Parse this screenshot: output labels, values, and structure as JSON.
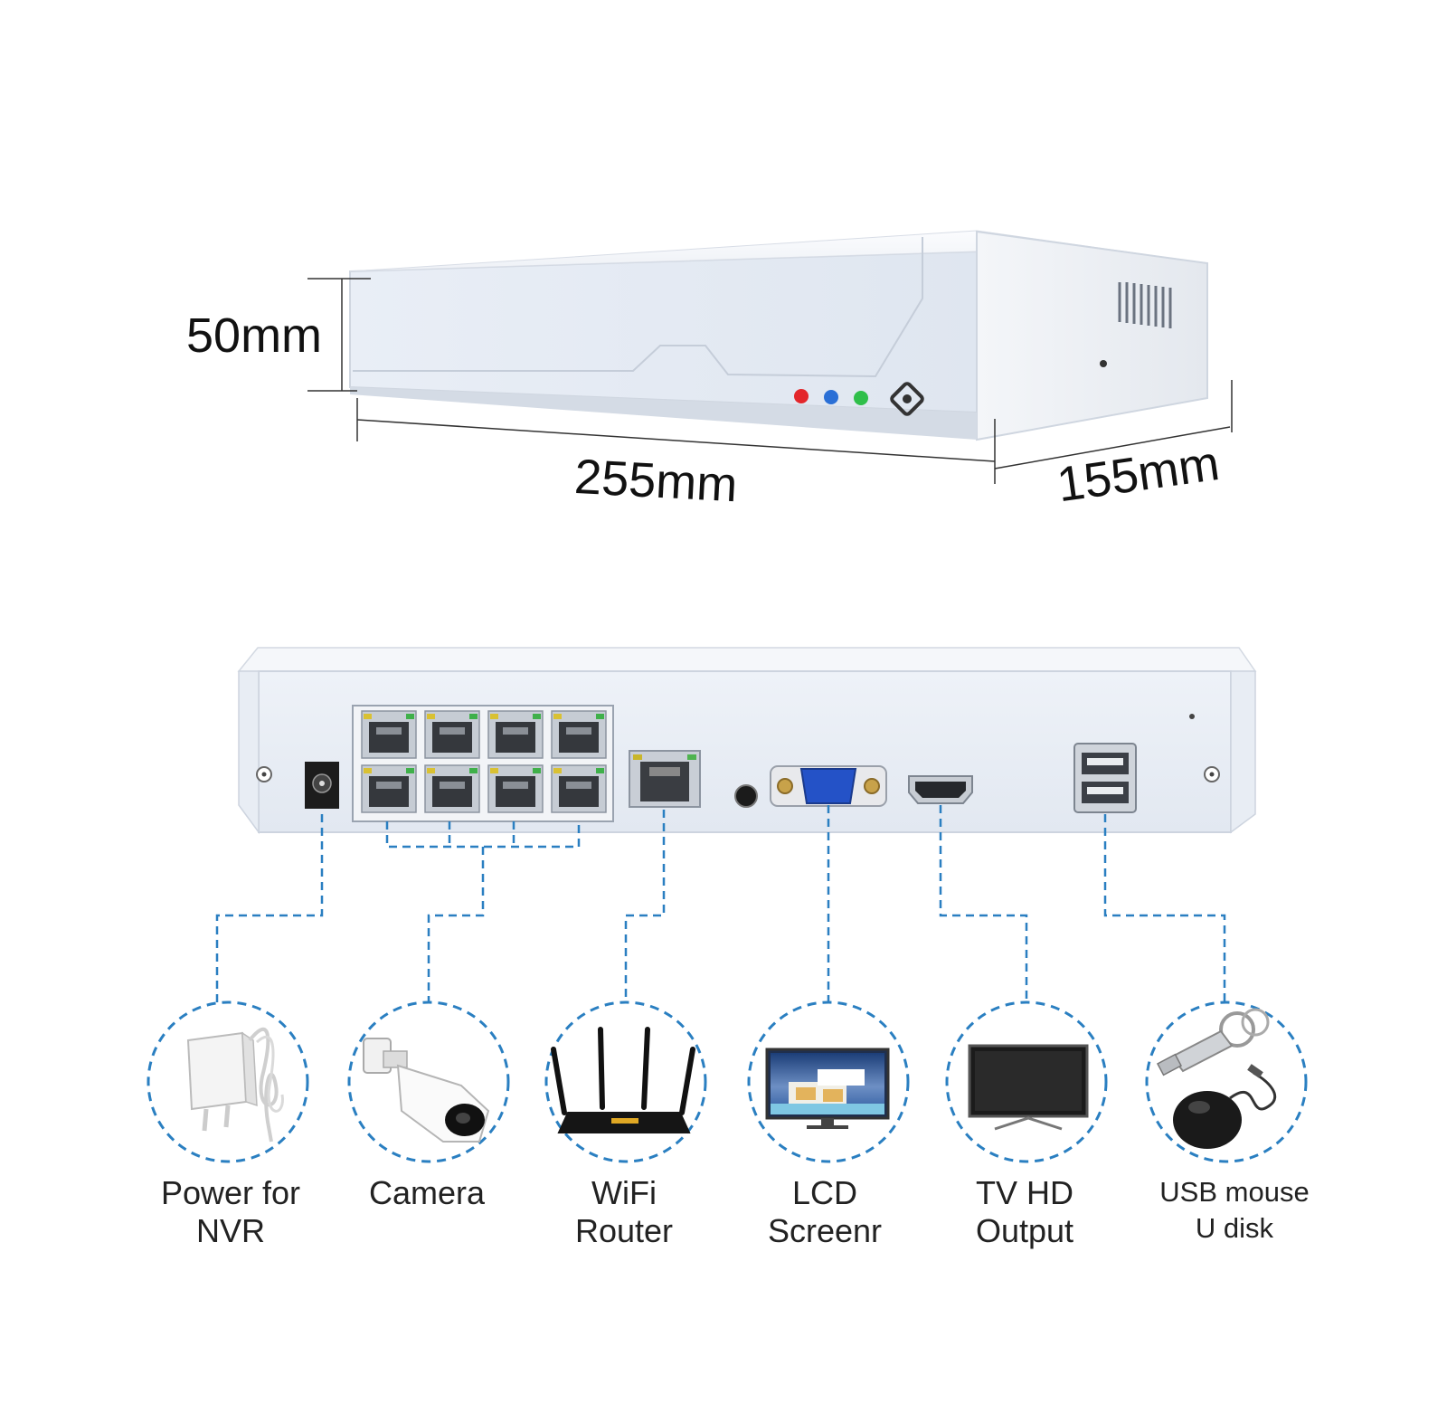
{
  "dimensions": {
    "height": "50mm",
    "width": "255mm",
    "depth": "155mm"
  },
  "front_leds": [
    "#e3262b",
    "#2a6fd6",
    "#2fbf4a"
  ],
  "accent_color": "#2a7fc1",
  "ports": [
    "dc-power-jack",
    "poe-ports-8",
    "lan-port",
    "audio-jack",
    "vga-port",
    "hdmi-port",
    "usb-ports"
  ],
  "devices": [
    {
      "id": "power",
      "icon": "power-adapter-icon",
      "label_lines": [
        "Power for",
        "NVR"
      ]
    },
    {
      "id": "camera",
      "icon": "bullet-camera-icon",
      "label_lines": [
        "Camera"
      ]
    },
    {
      "id": "router",
      "icon": "wifi-router-icon",
      "label_lines": [
        "WiFi",
        "Router"
      ]
    },
    {
      "id": "lcd",
      "icon": "lcd-screen-icon",
      "label_lines": [
        "LCD",
        "Screenr"
      ]
    },
    {
      "id": "tv",
      "icon": "tv-monitor-icon",
      "label_lines": [
        "TV HD",
        "Output"
      ]
    },
    {
      "id": "usb",
      "icon": "usb-mouse-udisk-icon",
      "label_lines": [
        "USB mouse",
        "U disk"
      ]
    }
  ]
}
